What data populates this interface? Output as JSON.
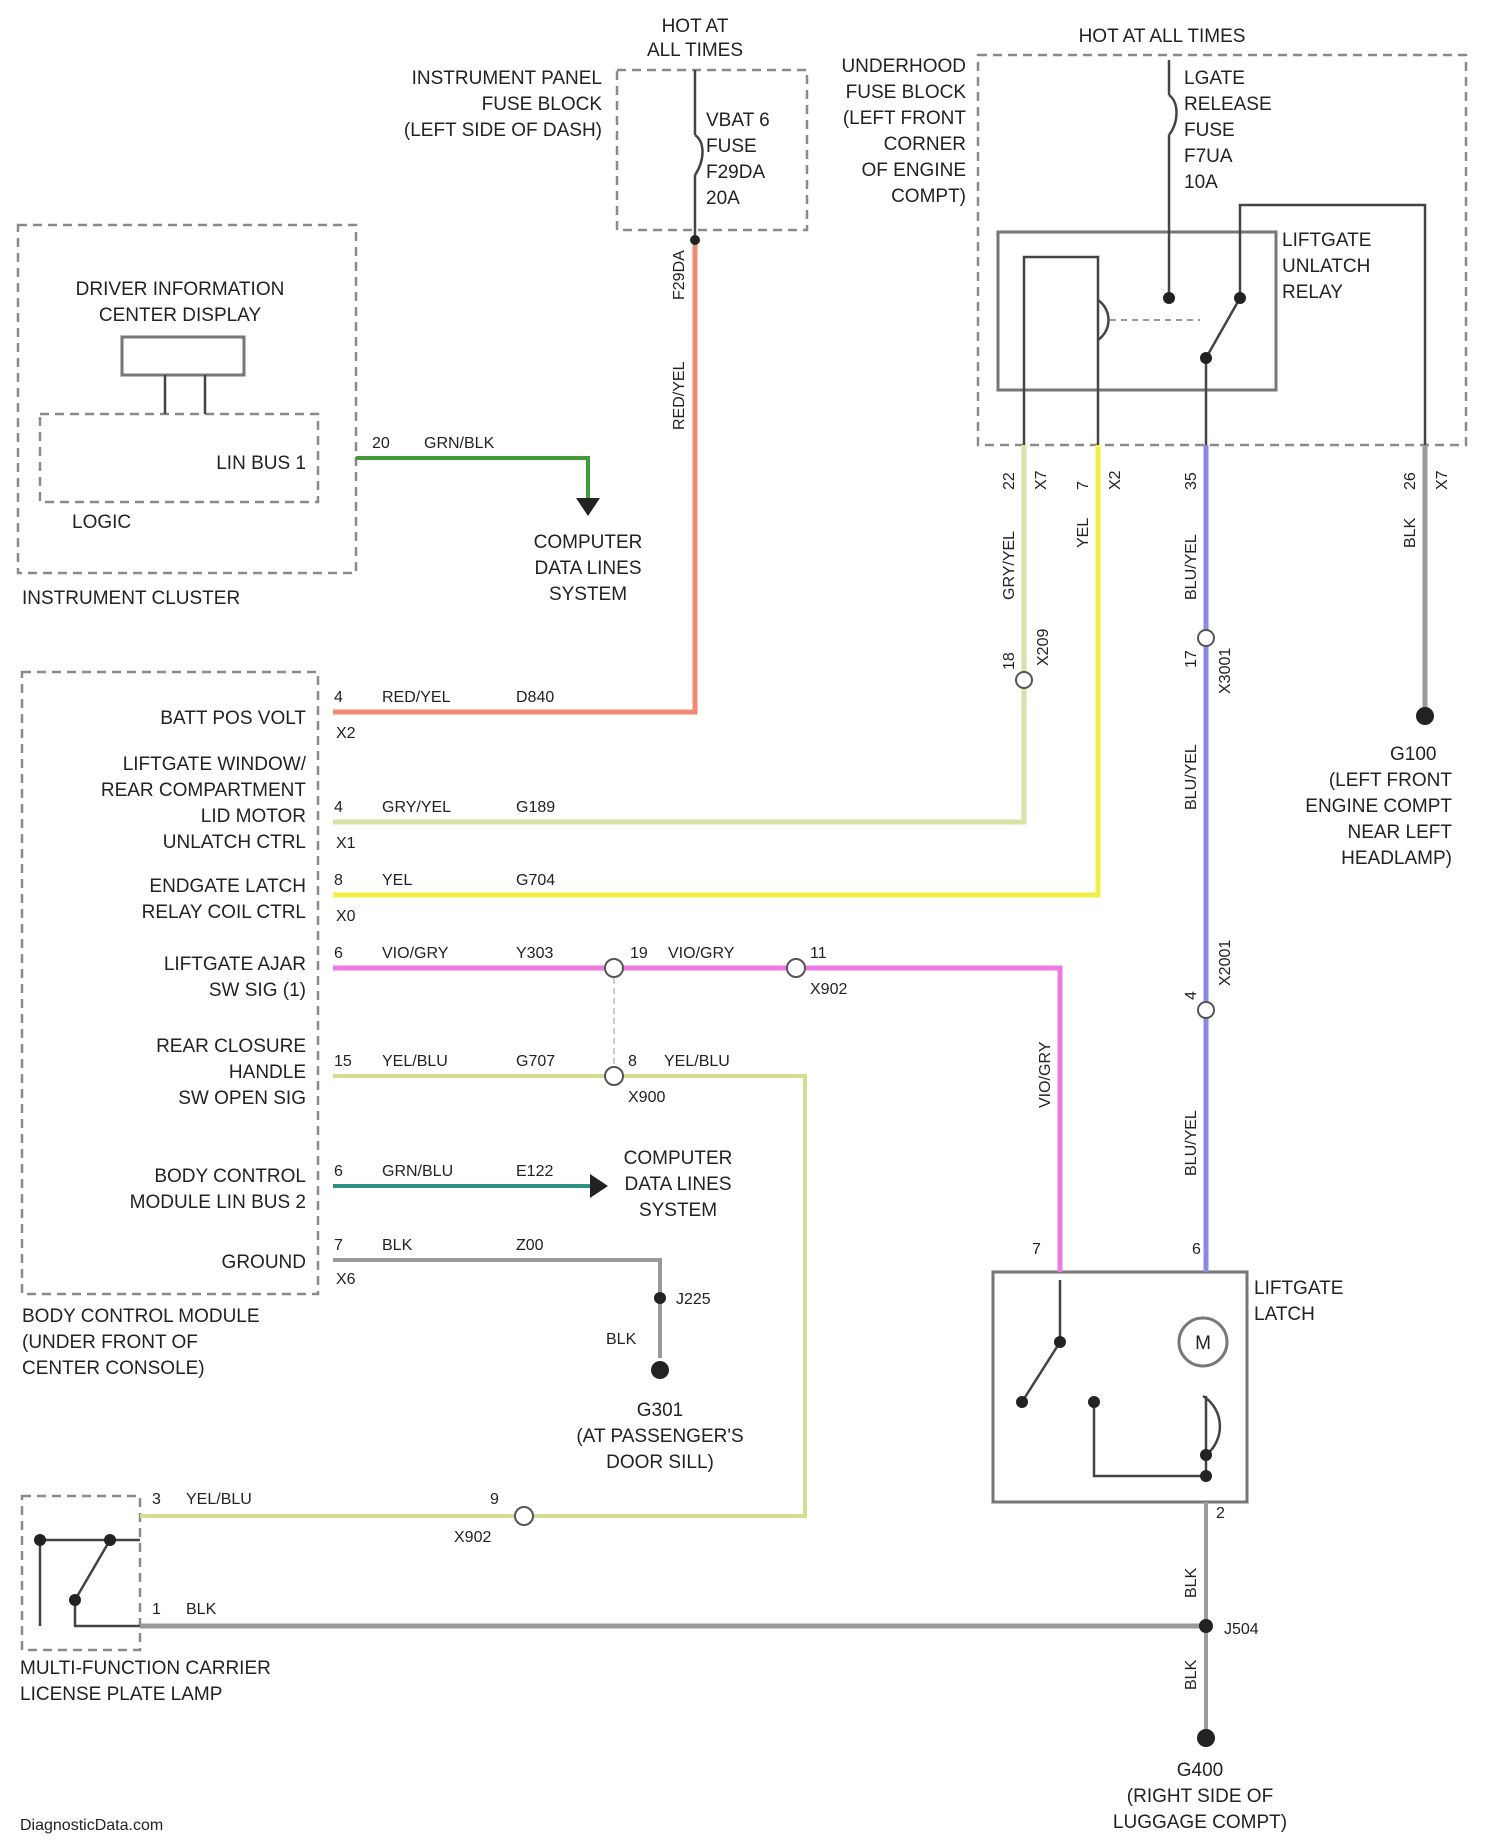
{
  "diagram": {
    "top_hot": "HOT AT",
    "top_hot2": "ALL TIMES",
    "top_hot_right": "HOT AT ALL TIMES",
    "ipfb": [
      "INSTRUMENT PANEL",
      "FUSE BLOCK",
      "(LEFT SIDE OF DASH)"
    ],
    "fuse1": [
      "VBAT 6",
      "FUSE",
      "F29DA",
      "20A"
    ],
    "uhfb": [
      "UNDERHOOD",
      "FUSE BLOCK",
      "(LEFT FRONT",
      "CORNER",
      "OF ENGINE",
      "COMPT)"
    ],
    "fuse2": [
      "LGATE",
      "RELEASE",
      "FUSE",
      "F7UA",
      "10A"
    ],
    "relay": [
      "LIFTGATE",
      "UNLATCH",
      "RELAY"
    ],
    "dic": [
      "DRIVER INFORMATION",
      "CENTER DISPLAY"
    ],
    "linbus1": "LIN BUS 1",
    "logic": "LOGIC",
    "cluster": "INSTRUMENT CLUSTER",
    "cds": [
      "COMPUTER",
      "DATA LINES",
      "SYSTEM"
    ],
    "wire_top": [
      "20",
      "GRN/BLK"
    ],
    "f29da": "F29DA",
    "redyel_vert": "RED/YEL",
    "bcm_pins": [
      {
        "label": [
          "BATT POS VOLT"
        ],
        "pin": "4",
        "conn": "X2",
        "color": "RED/YEL",
        "circuit": "D840"
      },
      {
        "label": [
          "LIFTGATE WINDOW/",
          "REAR COMPARTMENT",
          "LID MOTOR",
          "UNLATCH CTRL"
        ],
        "pin": "4",
        "conn": "X1",
        "color": "GRY/YEL",
        "circuit": "G189"
      },
      {
        "label": [
          "ENDGATE LATCH",
          "RELAY COIL CTRL"
        ],
        "pin": "8",
        "conn": "X0",
        "color": "YEL",
        "circuit": "G704"
      },
      {
        "label": [
          "LIFTGATE AJAR",
          "SW SIG (1)"
        ],
        "pin": "6",
        "conn": "",
        "color": "VIO/GRY",
        "circuit": "Y303"
      },
      {
        "label": [
          "REAR CLOSURE",
          "HANDLE",
          "SW OPEN SIG"
        ],
        "pin": "15",
        "conn": "",
        "color": "YEL/BLU",
        "circuit": "G707"
      },
      {
        "label": [
          "BODY CONTROL",
          "MODULE LIN BUS 2"
        ],
        "pin": "6",
        "conn": "",
        "color": "GRN/BLU",
        "circuit": "E122"
      },
      {
        "label": [
          "GROUND"
        ],
        "pin": "7",
        "conn": "X6",
        "color": "BLK",
        "circuit": "Z00"
      }
    ],
    "bcm": [
      "BODY CONTROL MODULE",
      "(UNDER FRONT OF",
      "CENTER CONSOLE)"
    ],
    "relay_pins": [
      {
        "num": "22",
        "conn": "X7",
        "color": "GRY/YEL"
      },
      {
        "num": "7",
        "conn": "X2",
        "color": "YEL"
      },
      {
        "num": "35",
        "conn": "",
        "color": "BLU/YEL"
      },
      {
        "num": "26",
        "conn": "X7",
        "color": "BLK"
      }
    ],
    "c209": [
      "18",
      "X209"
    ],
    "c3001": [
      "17",
      "X3001"
    ],
    "bluyel": "BLU/YEL",
    "c2001": [
      "4",
      "X2001"
    ],
    "g100": [
      "G100",
      "(LEFT FRONT",
      "ENGINE COMPT",
      "NEAR LEFT",
      "HEADLAMP)"
    ],
    "splice1": [
      "19",
      "VIO/GRY",
      "11",
      "X902"
    ],
    "viogry_v": "VIO/GRY",
    "splice2": [
      "8",
      "YEL/BLU",
      "X900"
    ],
    "j225": "J225",
    "blk": "BLK",
    "g301": [
      "G301",
      "(AT PASSENGER'S",
      "DOOR SILL)"
    ],
    "latch": [
      "LIFTGATE",
      "LATCH"
    ],
    "latch_pins": [
      "7",
      "6",
      "2"
    ],
    "motor": "M",
    "plate_pins": [
      {
        "pin": "3",
        "color": "YEL/BLU"
      },
      {
        "pin": "1",
        "color": "BLK"
      }
    ],
    "c902": [
      "9",
      "X902"
    ],
    "j504": "J504",
    "mfc": [
      "MULTI-FUNCTION CARRIER",
      "LICENSE PLATE LAMP"
    ],
    "g400": [
      "G400",
      "(RIGHT SIDE OF",
      "LUGGAGE COMPT)"
    ],
    "watermark": "DiagnosticData.com",
    "colors": {
      "redyel": "#f08a72",
      "grnblk": "#3f9a3a",
      "gryyel": "#d9e0a8",
      "yel": "#f2f044",
      "blu": "#8a8ae6",
      "vio": "#ee78e2",
      "yelblu": "#d3dc92",
      "grnblu": "#2f8f82",
      "blk": "#9a9a9a"
    }
  }
}
